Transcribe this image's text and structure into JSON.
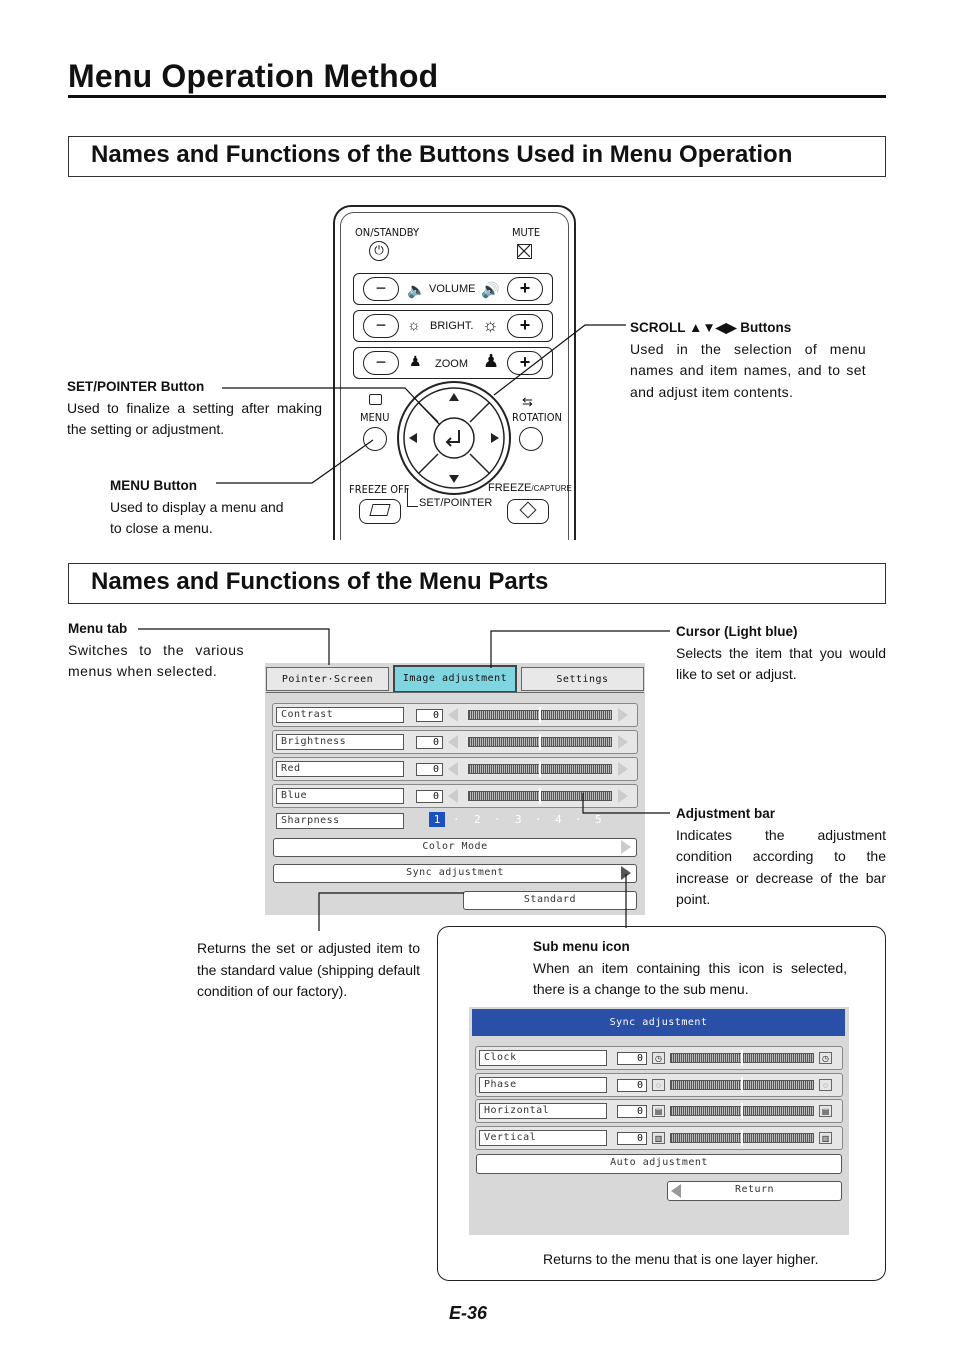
{
  "page": {
    "title": "Menu Operation Method",
    "page_number": "E-36"
  },
  "section1": {
    "heading": "Names and Functions of the Buttons Used in Menu Operation"
  },
  "remote": {
    "on_standby": "ON/STANDBY",
    "mute": "MUTE",
    "volume": "VOLUME",
    "bright": "BRIGHT.",
    "zoom": "ZOOM",
    "menu": "MENU",
    "rotation": "ROTATION",
    "freeze_off": "FREEZE OFF",
    "freeze": "FREEZE",
    "capture": "/CAPTURE",
    "set_pointer": "SET/POINTER",
    "minus": "−",
    "plus": "+"
  },
  "callouts": {
    "scroll_title": "SCROLL ▲▼◀▶ Buttons",
    "scroll_text": "Used in the selection of menu names and item names, and to set and adjust item contents.",
    "set_pointer_title": "SET/POINTER Button",
    "set_pointer_text": "Used to finalize a setting after making the setting or adjustment.",
    "menu_title": "MENU Button",
    "menu_text_1": "Used to display a menu and",
    "menu_text_2": "to close a menu."
  },
  "section2": {
    "heading": "Names and Functions of the Menu Parts"
  },
  "menu_callouts": {
    "menu_tab_title": "Menu tab",
    "menu_tab_text": "Switches to the various menus when selected.",
    "cursor_title": "Cursor (Light blue)",
    "cursor_text": "Selects the item that you would like to set or adjust.",
    "adj_title": "Adjustment bar",
    "adj_text": "Indicates the adjustment condition according to the increase or decrease of the bar point.",
    "standard_text": "Returns the set or adjusted item to the standard value (shipping default condition of our factory).",
    "submenu_title": "Sub menu icon",
    "submenu_text": "When an item containing this icon is selected, there is a change to the sub menu.",
    "return_text": "Returns to the menu that is one layer higher."
  },
  "menu": {
    "tabs": [
      "Pointer·Screen",
      "Image adjustment",
      "Settings"
    ],
    "active_tab": "Image adjustment",
    "rows": [
      {
        "label": "Contrast",
        "value": "0"
      },
      {
        "label": "Brightness",
        "value": "0"
      },
      {
        "label": "Red",
        "value": "0"
      },
      {
        "label": "Blue",
        "value": "0"
      }
    ],
    "sharpness": {
      "label": "Sharpness",
      "levels": [
        "1",
        "·",
        "2",
        "·",
        "3",
        "·",
        "4",
        "·",
        "5"
      ],
      "selected": "1"
    },
    "color_mode": "Color Mode",
    "sync_adjustment": "Sync adjustment",
    "standard": "Standard"
  },
  "submenu": {
    "title": "Sync adjustment",
    "rows": [
      {
        "label": "Clock",
        "value": "0"
      },
      {
        "label": "Phase",
        "value": "0"
      },
      {
        "label": "Horizontal",
        "value": "0"
      },
      {
        "label": "Vertical",
        "value": "0"
      }
    ],
    "auto_adjustment": "Auto adjustment",
    "return": "Return"
  },
  "colors": {
    "cursor": "#7fd6e0",
    "submenu_header": "#2a4fa6",
    "selected_level": "#1c4fbf"
  }
}
